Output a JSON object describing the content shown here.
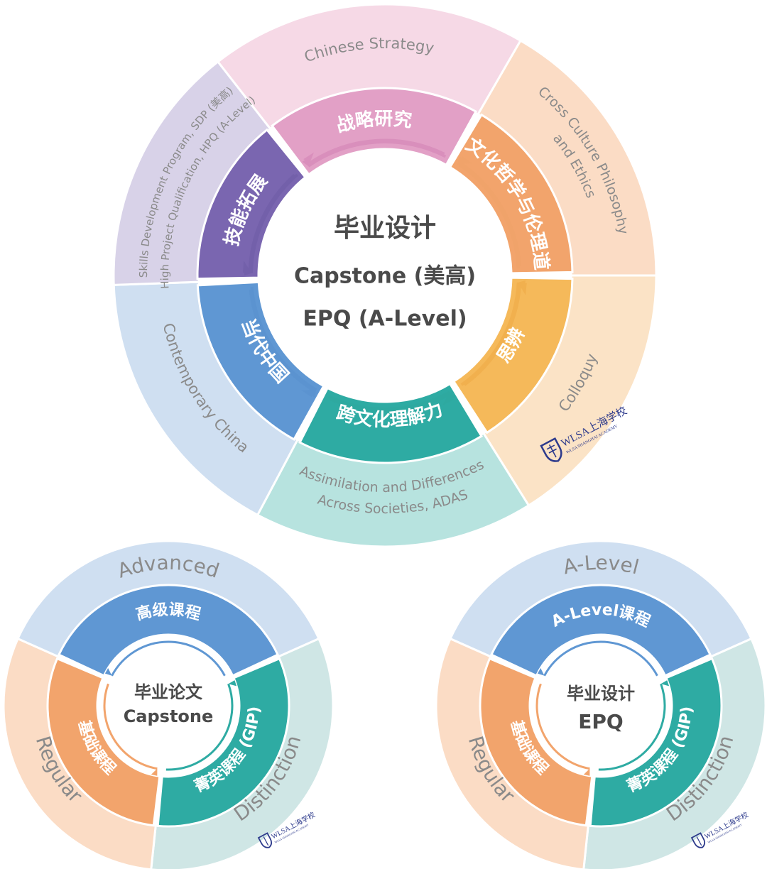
{
  "main_wheel": {
    "center": {
      "title": "毕业设计",
      "line2": "Capstone (美高)",
      "line3": "EPQ (A-Level)"
    },
    "segments": [
      {
        "id": "strategy",
        "cn": "战略研究",
        "en": [
          "Chinese Strategy"
        ],
        "inner_color": "#e2a0c6",
        "outer_color": "#f6d9e6",
        "arc_color": "#d98fbc"
      },
      {
        "id": "philosophy",
        "cn": "跨文化哲学与伦理道德",
        "en": [
          "Cross Culture Philosophy",
          "and Ethics"
        ],
        "inner_color": "#f2a46c",
        "outer_color": "#fbdcc5",
        "arc_color": "#f0a36a"
      },
      {
        "id": "colloquy",
        "cn": "思辨",
        "en": [
          "Colloquy"
        ],
        "inner_color": "#f5b95a",
        "outer_color": "#fbe3c6",
        "arc_color": "#f1b04e"
      },
      {
        "id": "adas",
        "cn": "跨文化理解力",
        "en": [
          "Assimilation and Differences",
          "Across Societies, ADAS"
        ],
        "inner_color": "#2eaba3",
        "outer_color": "#b7e3df",
        "arc_color": "#2ea9a0"
      },
      {
        "id": "china",
        "cn": "当代中国",
        "en": [
          "Contemporary China"
        ],
        "inner_color": "#5f97d3",
        "outer_color": "#cfdff1",
        "arc_color": "#5b93d0"
      },
      {
        "id": "skills",
        "cn": "技能拓展",
        "en": [
          "Skills Development Program, SDP (美高)",
          "High Project Qualification, HPQ (A-Level)"
        ],
        "inner_color": "#7a66b0",
        "outer_color": "#d8d2e8",
        "arc_color": "#7360aa"
      }
    ]
  },
  "left_wheel": {
    "center": {
      "line1": "毕业论文",
      "line2": "Capstone"
    },
    "segments": [
      {
        "id": "advanced",
        "cn": "高级课程",
        "en": "Advanced",
        "inner_color": "#5f97d3",
        "outer_color": "#cfdff1"
      },
      {
        "id": "gip",
        "cn": "菁英课程 (GIP)",
        "en": "Distinction",
        "inner_color": "#2eaba3",
        "outer_color": "#cfe6e5"
      },
      {
        "id": "regular",
        "cn": "基础课程",
        "en": "Regular",
        "inner_color": "#f2a46c",
        "outer_color": "#fbdcc5"
      }
    ]
  },
  "right_wheel": {
    "center": {
      "line1": "毕业设计",
      "line2": "EPQ"
    },
    "segments": [
      {
        "id": "alevel",
        "cn": "A-Level课程",
        "en": "A-Level",
        "inner_color": "#5f97d3",
        "outer_color": "#cfdff1"
      },
      {
        "id": "gip",
        "cn": "菁英课程 (GIP)",
        "en": "Distinction",
        "inner_color": "#2eaba3",
        "outer_color": "#cfe6e5"
      },
      {
        "id": "regular",
        "cn": "基础课程",
        "en": "Regular",
        "inner_color": "#f2a46c",
        "outer_color": "#fbdcc5"
      }
    ]
  },
  "logo": {
    "name": "WLSA上海学校",
    "sub": "WLSA SHANGHAI ACADEMY",
    "icon": "crest-icon",
    "color": "#2d3a8c"
  },
  "colors": {
    "center_text": "#4a4a4a",
    "segment_text": "#ffffff",
    "outer_text": "#8a8a8a"
  }
}
